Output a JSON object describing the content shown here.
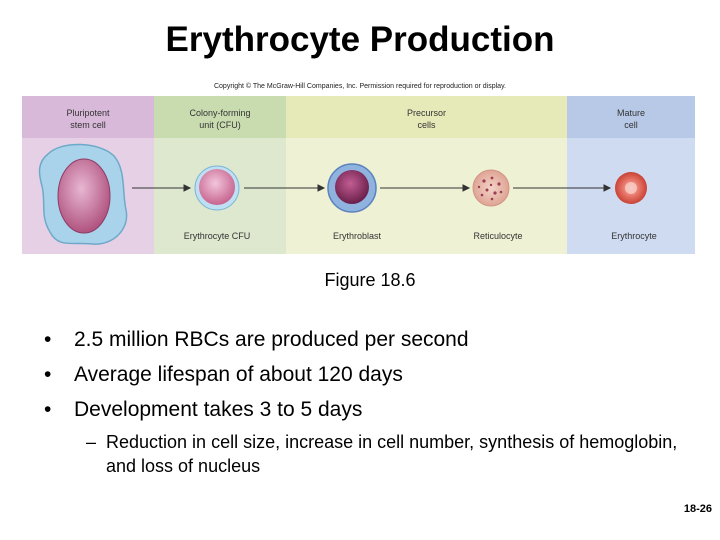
{
  "slide": {
    "title": "Erythrocyte Production",
    "copyright": "Copyright © The McGraw-Hill Companies, Inc. Permission required for reproduction or display.",
    "caption": "Figure 18.6",
    "slide_number": "18-26"
  },
  "figure": {
    "stage_headers": [
      {
        "label": "Pluripotent\nstem cell",
        "color": "#e0c6e0"
      },
      {
        "label": "Colony-forming\nunit (CFU)",
        "color": "#d2e3bd"
      },
      {
        "label": "Precursor\ncells",
        "color": "#eaeec3"
      },
      {
        "label": "Mature\ncell",
        "color": "#c3d2ec"
      }
    ],
    "cell_labels": [
      "Erythrocyte CFU",
      "Erythroblast",
      "Reticulocyte",
      "Erythrocyte"
    ]
  },
  "bullets": [
    "2.5 million RBCs are produced per second",
    "Average lifespan of about 120 days",
    "Development takes 3 to 5 days"
  ],
  "sub_bullet": {
    "dash": "–",
    "text": "Reduction in cell size, increase in cell number, synthesis of hemoglobin, and loss of nucleus"
  }
}
